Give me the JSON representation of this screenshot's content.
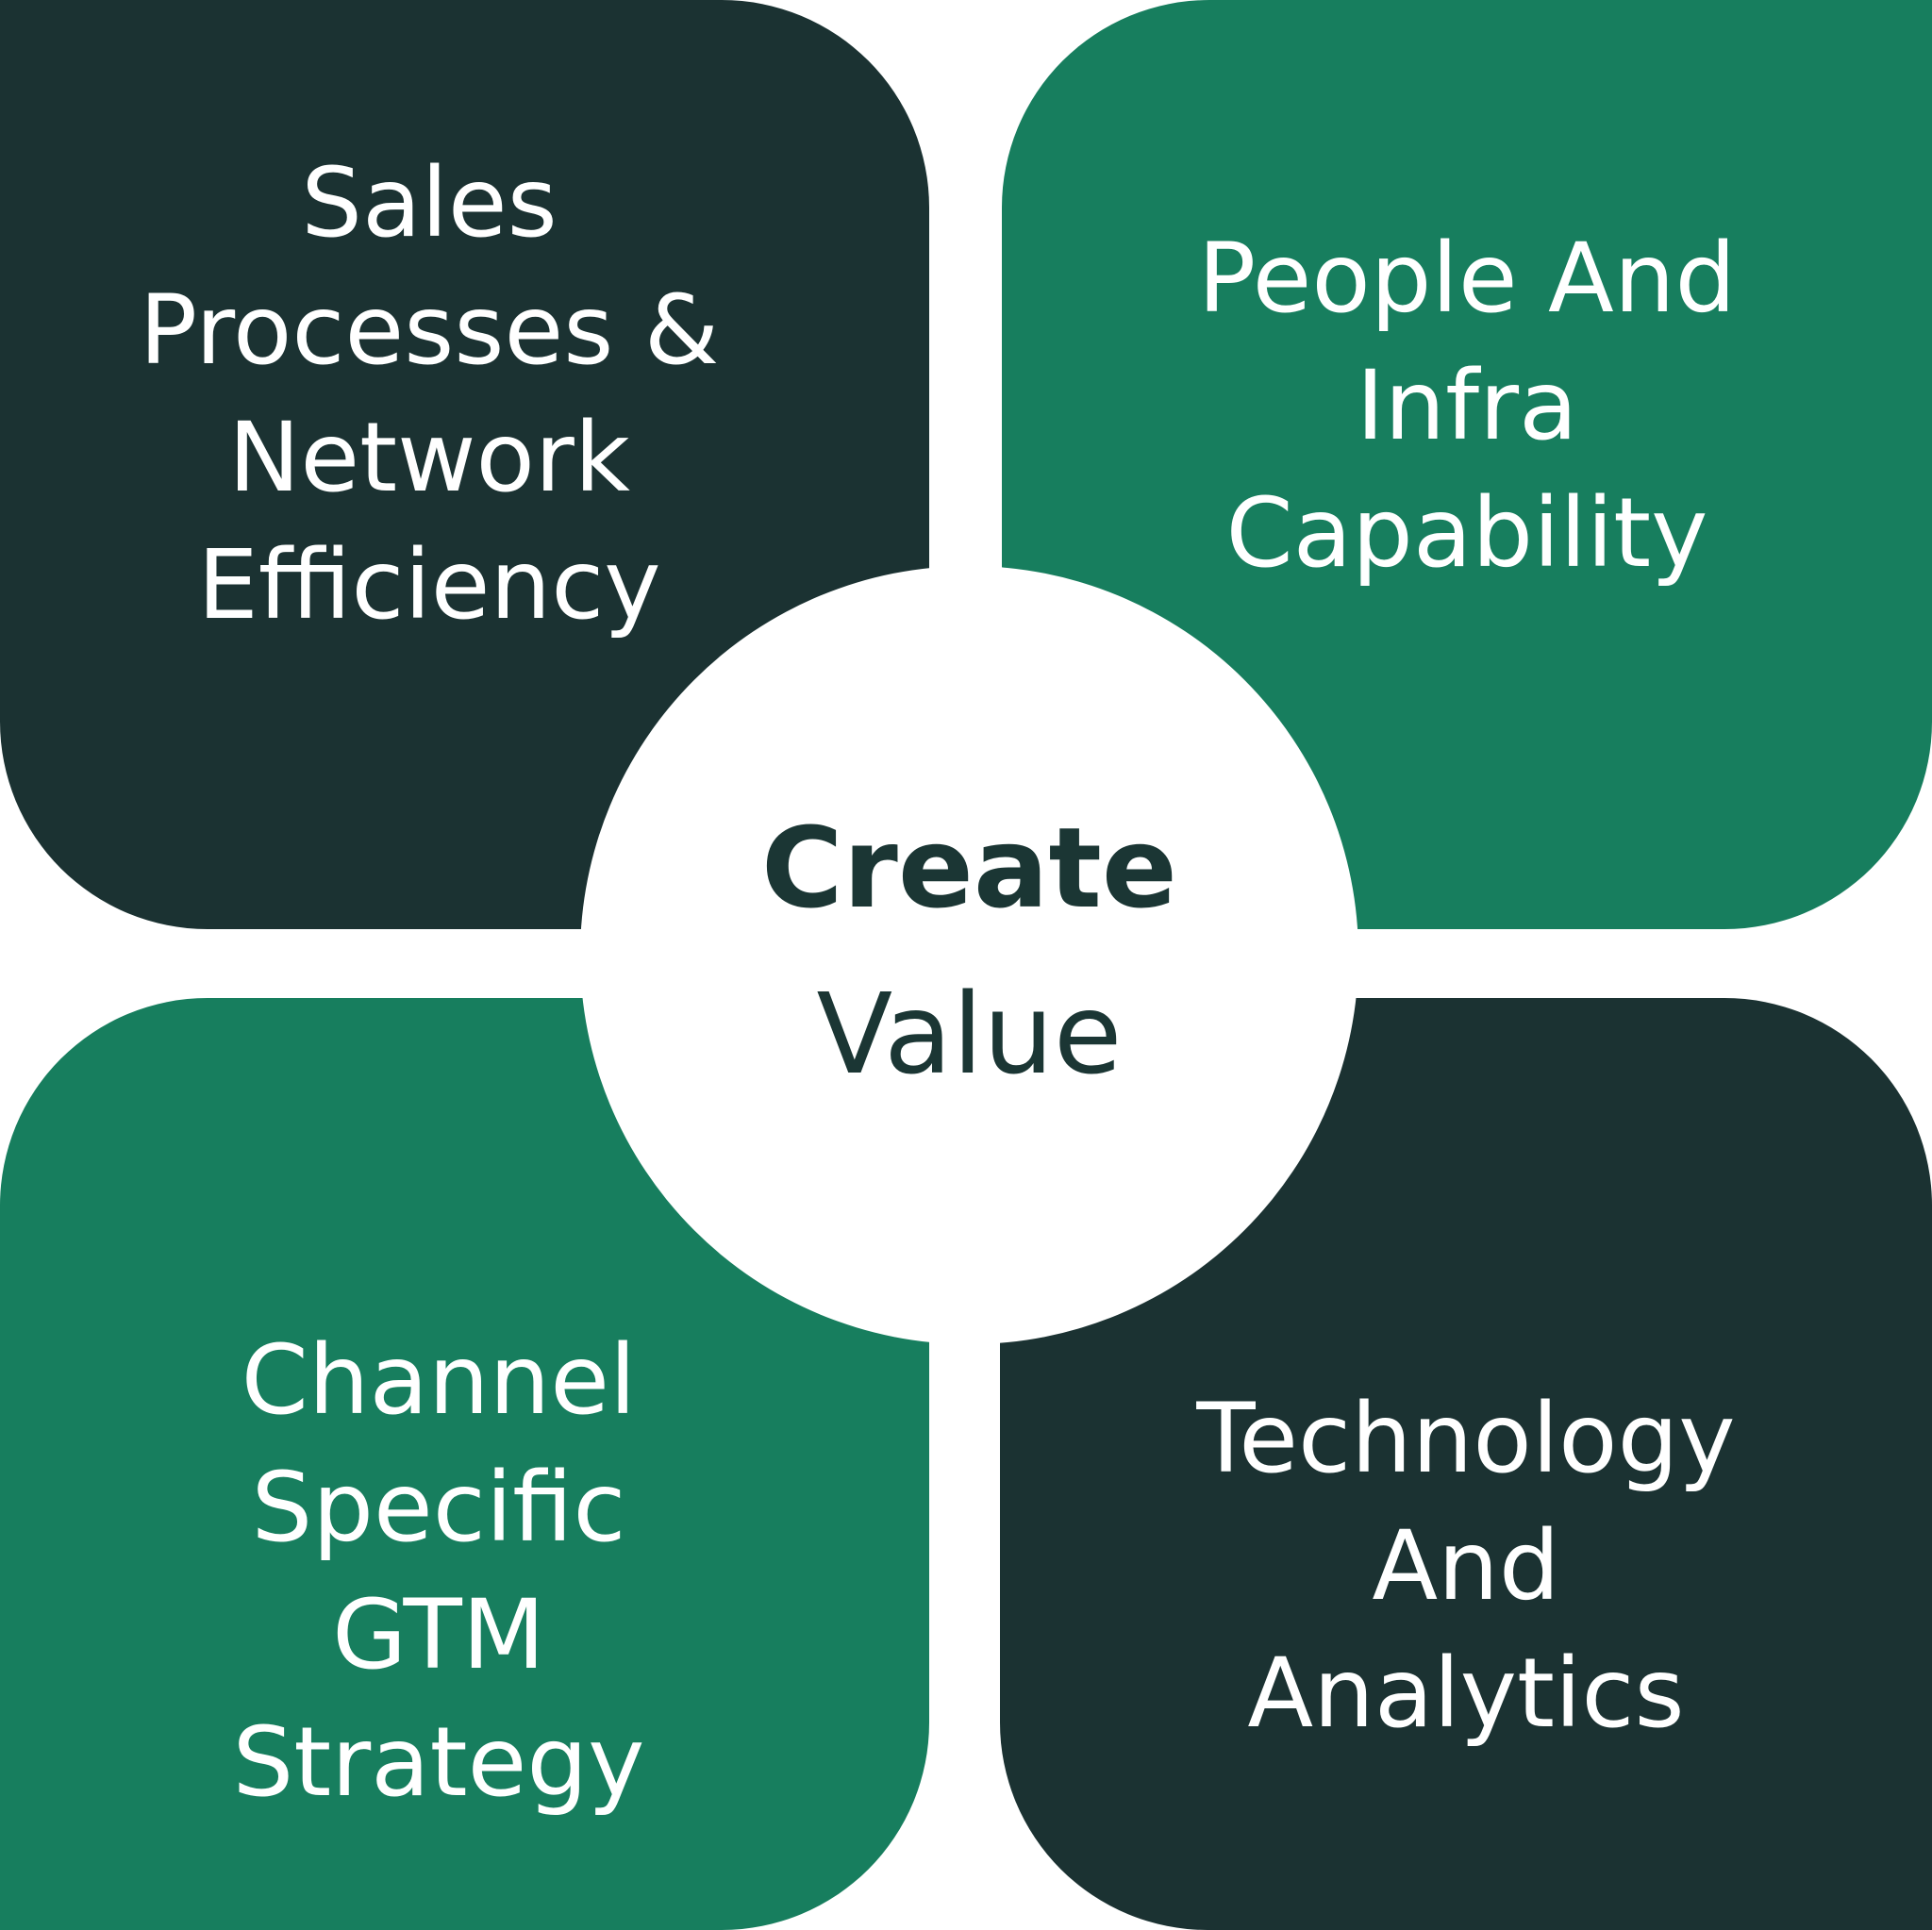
{
  "colors": {
    "dark_tile": "#1b3232",
    "green_tile": "#177e5e",
    "center_text": "#1b3634",
    "background": "#ffffff"
  },
  "center": {
    "title": "Create",
    "subtitle": "Value"
  },
  "tiles": {
    "top_left": {
      "lines": [
        "Sales",
        "Processes &",
        "Network",
        "Efficiency"
      ]
    },
    "top_right": {
      "lines": [
        "People And",
        "Infra",
        "Capability"
      ]
    },
    "bottom_left": {
      "lines": [
        "Channel",
        "Specific",
        "GTM",
        "Strategy"
      ]
    },
    "bottom_right": {
      "lines": [
        "Technology",
        "And",
        "Analytics"
      ]
    }
  }
}
